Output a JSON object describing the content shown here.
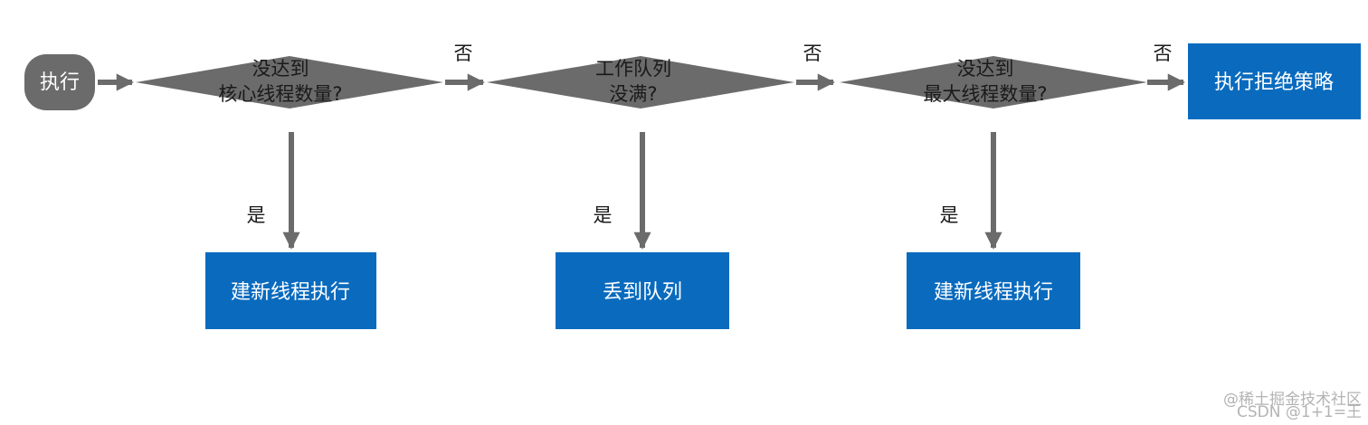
{
  "start": {
    "label": "执行"
  },
  "decisions": [
    {
      "line1": "没达到",
      "line2": "核心线程数量?"
    },
    {
      "line1": "工作队列",
      "line2": "没满?"
    },
    {
      "line1": "没达到",
      "line2": "最大线程数量?"
    }
  ],
  "no_label": "否",
  "yes_label": "是",
  "outcomes": [
    {
      "label": "建新线程执行"
    },
    {
      "label": "丢到队列"
    },
    {
      "label": "建新线程执行"
    }
  ],
  "final": {
    "label": "执行拒绝策略"
  },
  "watermark": {
    "line1": "@稀土掘金技术社区",
    "line2": "CSDN @1+1=王"
  },
  "colors": {
    "diamond": "#6b6b6b",
    "box": "#0a6bbe",
    "arrow": "#6b6b6b",
    "text_dark": "#1a1a1a",
    "text_light": "#ffffff"
  }
}
